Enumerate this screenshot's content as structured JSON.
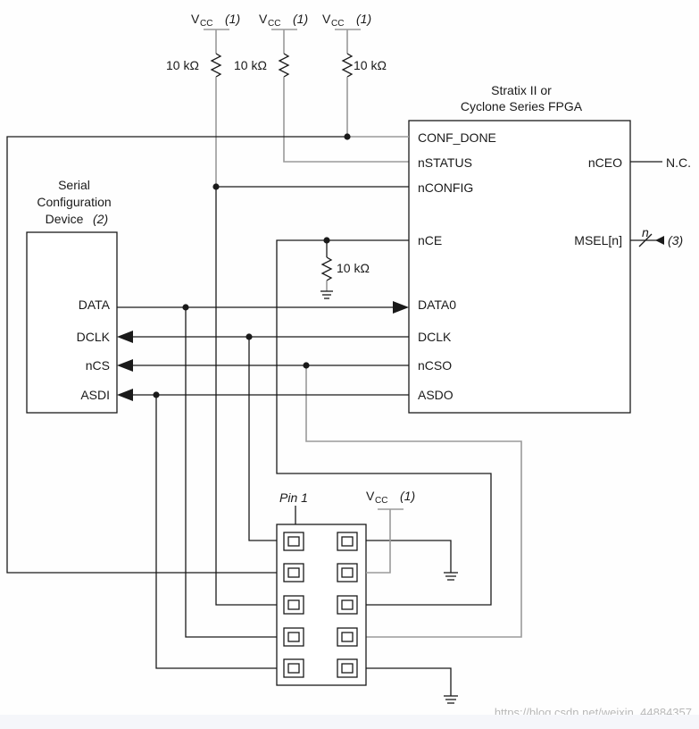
{
  "fpga": {
    "title_line1": "Stratix II or",
    "title_line2": "Cyclone Series FPGA",
    "pins": {
      "conf_done": "CONF_DONE",
      "nstatus": "nSTATUS",
      "nconfig": "nCONFIG",
      "nce": "nCE",
      "data0": "DATA0",
      "dclk": "DCLK",
      "ncso": "nCSO",
      "asdo": "ASDO",
      "nceo": "nCEO",
      "msel": "MSEL[n]"
    },
    "nceo_connection": "N.C.",
    "msel_bus_label": "n",
    "msel_note": "(3)"
  },
  "serial_device": {
    "title_line1": "Serial",
    "title_line2": "Configuration",
    "title_line3": "Device",
    "title_note": "(2)",
    "pins": {
      "data": "DATA",
      "dclk": "DCLK",
      "ncs": "nCS",
      "asdi": "ASDI"
    }
  },
  "supply": {
    "main": "V",
    "sub": "CC",
    "note": "(1)"
  },
  "resistors": {
    "r1": "10 kΩ",
    "r2": "10 kΩ",
    "r3": "10 kΩ",
    "r_nce": "10 kΩ"
  },
  "header": {
    "pin1_label": "Pin 1"
  },
  "watermark": "https://blog.csdn.net/weixin_44884357"
}
